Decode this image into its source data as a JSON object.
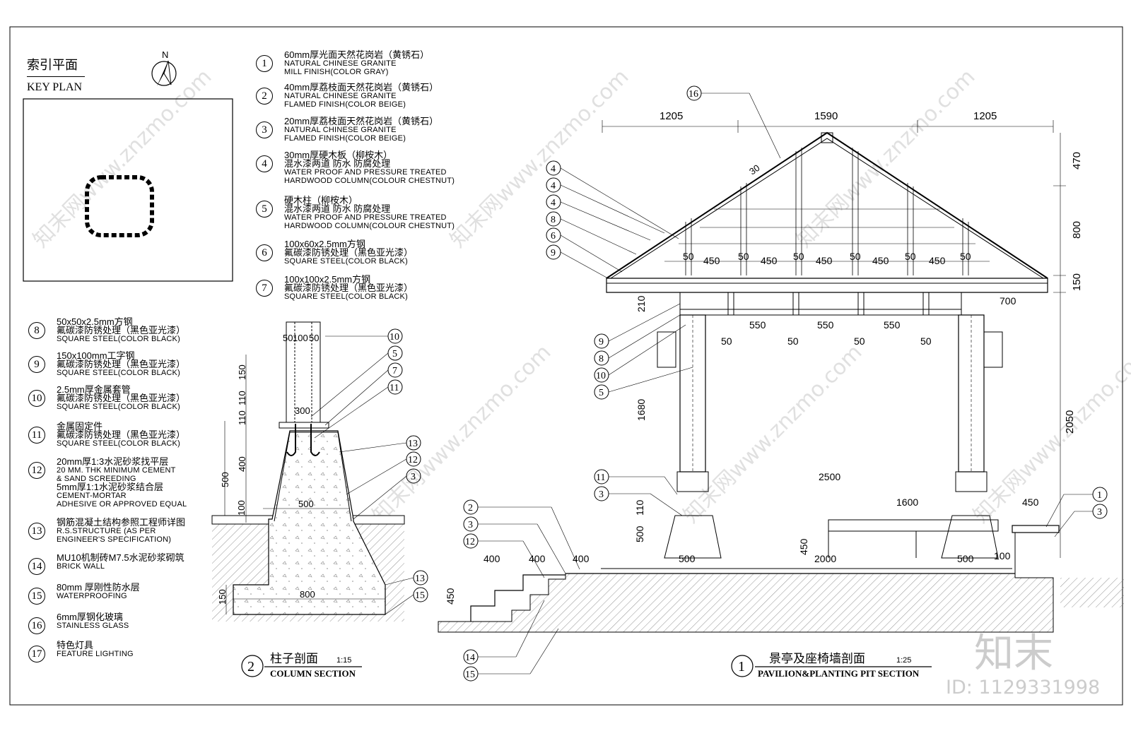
{
  "keyplan": {
    "title_cn": "索引平面",
    "title_en": "KEY PLAN",
    "north": "N"
  },
  "legend_top": [
    {
      "n": "1",
      "cn": "60mm厚光面天然花岗岩（黄锈石）",
      "en1": "NATURAL CHINESE GRANITE",
      "en2": "MILL FINISH(COLOR GRAY)"
    },
    {
      "n": "2",
      "cn": "40mm厚荔枝面天然花岗岩（黄锈石）",
      "en1": "NATURAL CHINESE GRANITE",
      "en2": "FLAMED FINISH(COLOR BEIGE)"
    },
    {
      "n": "3",
      "cn": "20mm厚荔枝面天然花岗岩（黄锈石）",
      "en1": "NATURAL CHINESE GRANITE",
      "en2": "FLAMED FINISH(COLOR BEIGE)"
    },
    {
      "n": "4",
      "cn": "30mm厚硬木板（柳桉木）",
      "cn2": "混水漆两道 防水 防腐处理",
      "en1": "WATER PROOF AND PRESSURE TREATED",
      "en2": "HARDWOOD COLUMN(COLOUR CHESTNUT)"
    },
    {
      "n": "5",
      "cn": "硬木柱（柳桉木）",
      "cn2": "混水漆两道 防水 防腐处理",
      "en1": "WATER PROOF AND PRESSURE TREATED",
      "en2": "HARDWOOD COLUMN(COLOUR CHESTNUT)"
    },
    {
      "n": "6",
      "cn": "100x60x2.5mm方钢",
      "cn2": "氟碳漆防锈处理（黑色亚光漆）",
      "en1": "SQUARE STEEL(COLOR BLACK)"
    },
    {
      "n": "7",
      "cn": "100x100x2.5mm方钢",
      "cn2": "氟碳漆防锈处理（黑色亚光漆）",
      "en1": "SQUARE STEEL(COLOR BLACK)"
    }
  ],
  "legend_left": [
    {
      "n": "8",
      "cn": "50x50x2.5mm方钢",
      "cn2": "氟碳漆防锈处理（黑色亚光漆）",
      "en1": "SQUARE STEEL(COLOR BLACK)"
    },
    {
      "n": "9",
      "cn": "150x100mm工字钢",
      "cn2": "氟碳漆防锈处理（黑色亚光漆）",
      "en1": "SQUARE STEEL(COLOR BLACK)"
    },
    {
      "n": "10",
      "cn": "2.5mm厚金属套管",
      "cn2": "氟碳漆防锈处理（黑色亚光漆）",
      "en1": "SQUARE STEEL(COLOR BLACK)"
    },
    {
      "n": "11",
      "cn": "金属固定件",
      "cn2": "氟碳漆防锈处理（黑色亚光漆）",
      "en1": "SQUARE STEEL(COLOR BLACK)"
    },
    {
      "n": "12",
      "cn": "20mm厚1:3水泥砂浆找平层",
      "en1": "20 MM. THK MINIMUM CEMENT",
      "en2": "& SAND SCREEDING",
      "cn3": "5mm厚1:1水泥砂浆结合层",
      "en3": "CEMENT-MORTAR",
      "en4": "ADHESIVE OR APPROVED EQUAL"
    },
    {
      "n": "13",
      "cn": "钢筋混凝土结构参照工程师详图",
      "en1": "R.S.STRUCTURE (AS PER",
      "en2": "ENGINEER'S SPECIFICATION)"
    },
    {
      "n": "14",
      "cn": "MU10机制砖M7.5水泥砂浆砌筑",
      "en1": "BRICK WALL"
    },
    {
      "n": "15",
      "cn": "80mm 厚刚性防水层",
      "en1": "WATERPROOFING"
    },
    {
      "n": "16",
      "cn": "6mm厚钢化玻璃",
      "en1": "STAINLESS GLASS"
    },
    {
      "n": "17",
      "cn": "特色灯具",
      "en1": "FEATURE LIGHTING"
    }
  ],
  "column_section": {
    "number": "2",
    "title_cn": "柱子剖面",
    "scale": "1:15",
    "title_en": "COLUMN SECTION",
    "dims": [
      "50",
      "100",
      "50",
      "150",
      "110",
      "110",
      "300",
      "400",
      "500",
      "100",
      "500",
      "800",
      "150"
    ],
    "tags": [
      "10",
      "5",
      "7",
      "11",
      "13",
      "12",
      "3",
      "13",
      "15"
    ]
  },
  "pavilion_section": {
    "number": "1",
    "title_cn": "景亭及座椅墙剖面",
    "scale": "1:25",
    "title_en": "PAVILION&PLANTING PIT SECTION",
    "top_dims": [
      "1205",
      "1590",
      "1205"
    ],
    "right_dims": [
      "470",
      "800",
      "150",
      "2050"
    ],
    "rafter_dims": [
      "50",
      "450",
      "50",
      "450",
      "50",
      "450",
      "50",
      "450",
      "50",
      "450",
      "50"
    ],
    "beam_dims": [
      "550",
      "550",
      "550"
    ],
    "beam_small": [
      "50",
      "50",
      "50",
      "50"
    ],
    "misc_dims": [
      "210",
      "700",
      "1680",
      "2500",
      "1600",
      "450",
      "110",
      "500",
      "450",
      "500",
      "2000",
      "500",
      "100",
      "400",
      "400",
      "400",
      "450",
      "30"
    ],
    "tags_left": [
      "4",
      "4",
      "4",
      "8",
      "6",
      "9",
      "9",
      "8",
      "10",
      "5",
      "11",
      "3",
      "2",
      "3",
      "12",
      "14",
      "15"
    ],
    "tags_right": [
      "1",
      "3"
    ],
    "tag_top": "16"
  },
  "watermark": "知末网www.znzmo.com",
  "brand": "知末",
  "doc_id": "ID: 1129331998"
}
